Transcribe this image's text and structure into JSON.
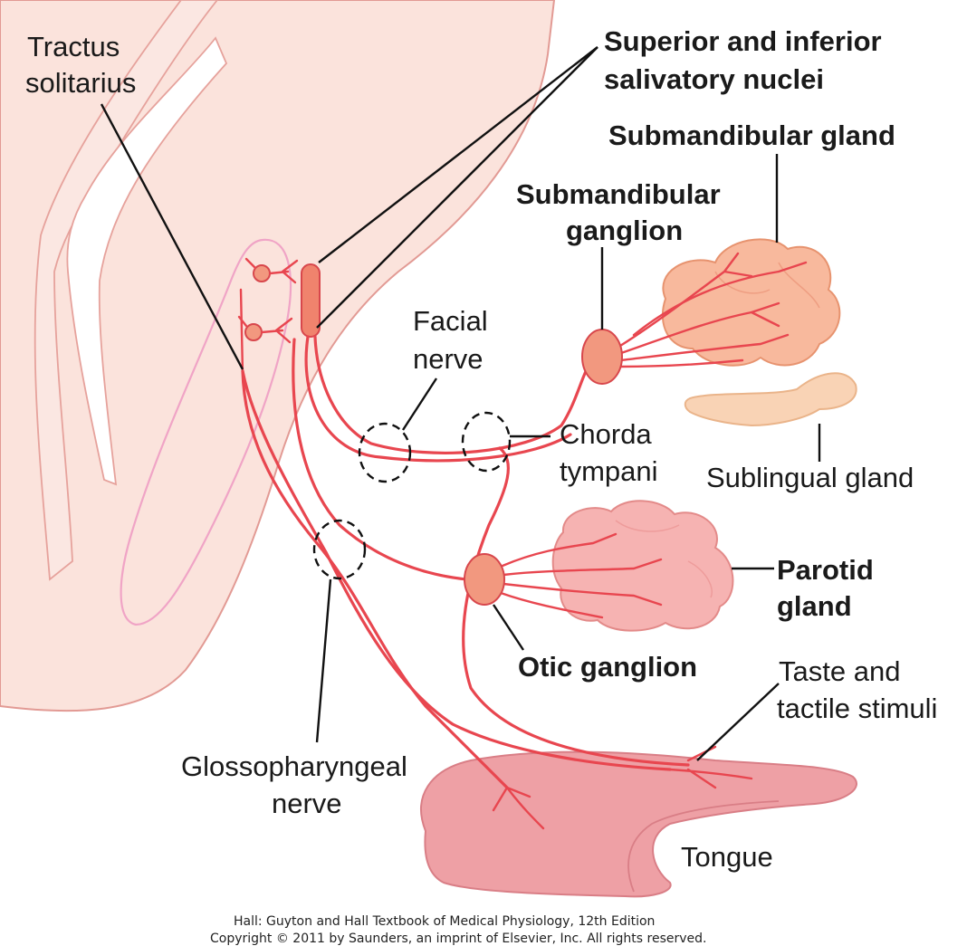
{
  "labels": {
    "tractus_line1": "Tractus",
    "tractus_line2": "solitarius",
    "salivatory_line1": "Superior and inferior",
    "salivatory_line2": "salivatory nuclei",
    "submandibular_gland": "Submandibular gland",
    "submandibular_ganglion_line1": "Submandibular",
    "submandibular_ganglion_line2": "ganglion",
    "facial_line1": "Facial",
    "facial_line2": "nerve",
    "chorda_line1": "Chorda",
    "chorda_line2": "tympani",
    "sublingual_gland": "Sublingual gland",
    "parotid_line1": "Parotid",
    "parotid_line2": "gland",
    "otic_ganglion": "Otic ganglion",
    "taste_line1": "Taste and",
    "taste_line2": "tactile stimuli",
    "glosso_line1": "Glossopharyngeal",
    "glosso_line2": "nerve",
    "tongue": "Tongue"
  },
  "credit": {
    "line1": "Hall: Guyton and Hall Textbook of Medical Physiology, 12th Edition",
    "line2": "Copyright © 2011 by Saunders, an imprint of Elsevier, Inc. All rights reserved."
  },
  "colors": {
    "brainstem_fill": "#fbe3dc",
    "nerve": "#e8464f",
    "ganglion": "#f2987f",
    "submandibular_gland": "#f8b99d",
    "sublingual_gland": "#f9d3b5",
    "parotid_gland": "#f6b3b2",
    "tongue": "#eea0a5"
  }
}
